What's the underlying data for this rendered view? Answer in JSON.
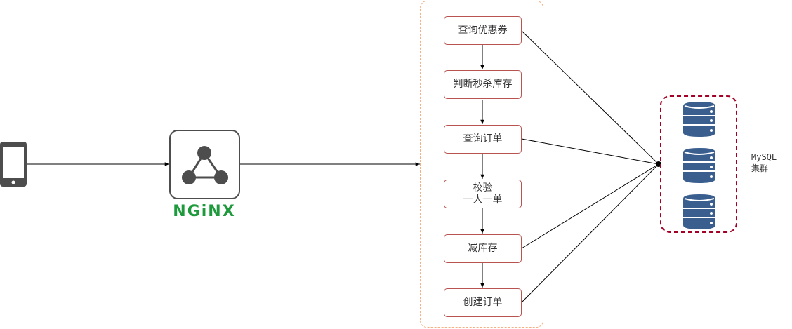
{
  "steps": [
    {
      "label": "查询优惠券"
    },
    {
      "label": "判断秒杀库存"
    },
    {
      "label": "查询订单"
    },
    {
      "label": "校验\n一人一单"
    },
    {
      "label": "减库存"
    },
    {
      "label": "创建订单"
    }
  ],
  "gateway": {
    "wordmark": "NGiNX",
    "brand_color": "#1e9a3c"
  },
  "database": {
    "label_line1": "MySQL",
    "label_line2": "集群",
    "icon": "database-icon",
    "icon_color": "#3a5f8f"
  },
  "client": {
    "icon": "smartphone-icon"
  },
  "colors": {
    "step_border": "#b85450",
    "group_border": "#f4b183",
    "cluster_border": "#a20025"
  }
}
